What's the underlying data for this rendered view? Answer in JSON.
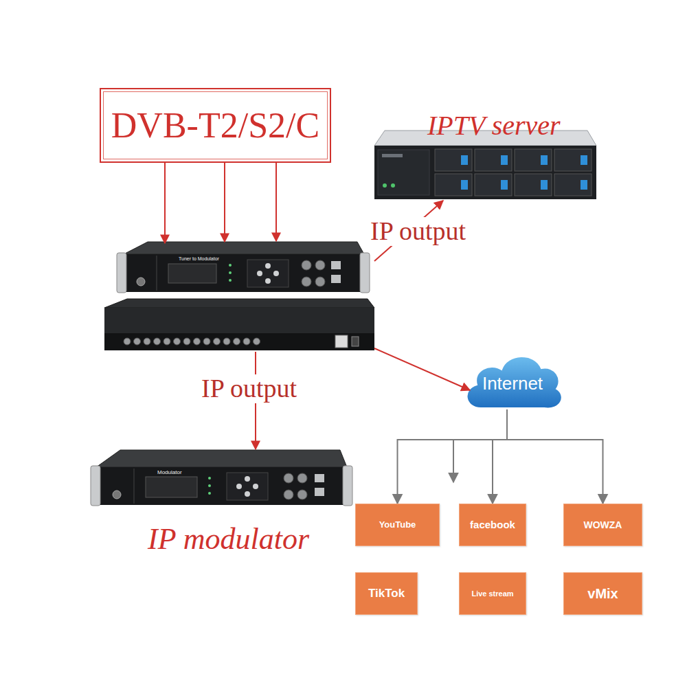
{
  "diagram": {
    "nodes": [
      {
        "text": [
          "DVB-T2/S2/C"
        ]
      },
      {
        "text": [
          "IPTV server"
        ]
      },
      {
        "text": [
          "Tuner to Modulator"
        ]
      },
      {
        "text": [
          "Internet"
        ]
      },
      {
        "text": [
          "Modulator",
          "IP modulator"
        ]
      },
      {
        "text": [
          "YouTube"
        ]
      },
      {
        "text": [
          "facebook"
        ]
      },
      {
        "text": [
          "WOWZA"
        ]
      },
      {
        "text": [
          "TikTok"
        ]
      },
      {
        "text": [
          "Live stream"
        ]
      },
      {
        "text": [
          "vMix"
        ]
      }
    ],
    "edges": [
      {
        "from": 0,
        "to": 2,
        "arrow": "to"
      },
      {
        "from": 0,
        "to": 2,
        "arrow": "to"
      },
      {
        "from": 0,
        "to": 2,
        "arrow": "to"
      },
      {
        "from": 2,
        "to": 1,
        "label": "IP output",
        "arrow": "to"
      },
      {
        "from": 2,
        "to": 4,
        "label": "IP output",
        "arrow": "to"
      },
      {
        "from": 2,
        "to": 3,
        "arrow": "to"
      },
      {
        "from": 3,
        "to": 5,
        "arrow": "to"
      },
      {
        "from": 3,
        "to": 6,
        "arrow": "to"
      },
      {
        "from": 3,
        "to": 7,
        "arrow": "to"
      }
    ]
  }
}
